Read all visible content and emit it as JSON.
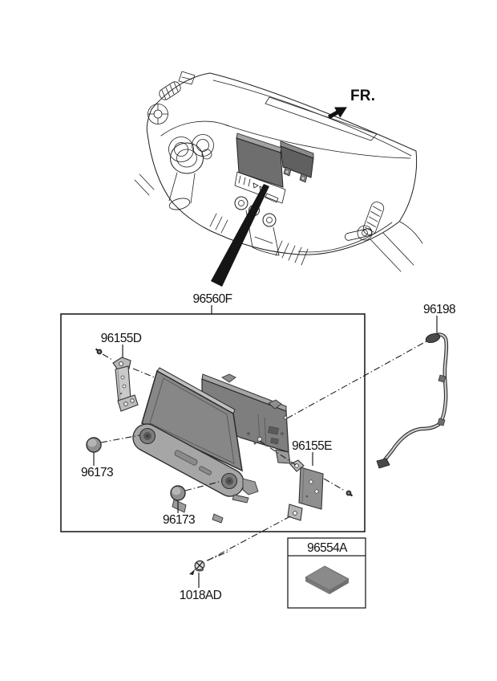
{
  "page": {
    "background": "#ffffff"
  },
  "direction_indicator": {
    "label": "FR."
  },
  "parts": {
    "head_unit": {
      "code": "96560F",
      "name": "audio-video-navigation head unit assembly"
    },
    "antenna_cable": {
      "code": "96198",
      "name": "antenna feeder cable"
    },
    "bracket_left": {
      "code": "96155D",
      "name": "left mounting bracket"
    },
    "bracket_right": {
      "code": "96155E",
      "name": "right mounting bracket"
    },
    "knob_left": {
      "code": "96173",
      "name": "knob"
    },
    "knob_bottom": {
      "code": "96173",
      "name": "knob"
    },
    "sd_card": {
      "code": "96554A",
      "name": "external memory card"
    },
    "screw": {
      "code": "1018AD",
      "name": "tapping screw"
    }
  },
  "colors": {
    "line": "#1f1f1f",
    "unit_screen": "#878787",
    "unit_chassis": "#7e7e7e",
    "unit_bezel": "#a6a6a6",
    "dash_unit_screen": "#6e6e6e",
    "dash_unit_chassis": "#606060",
    "sd_card_fill": "#8a8a8a",
    "label": "#111111"
  }
}
